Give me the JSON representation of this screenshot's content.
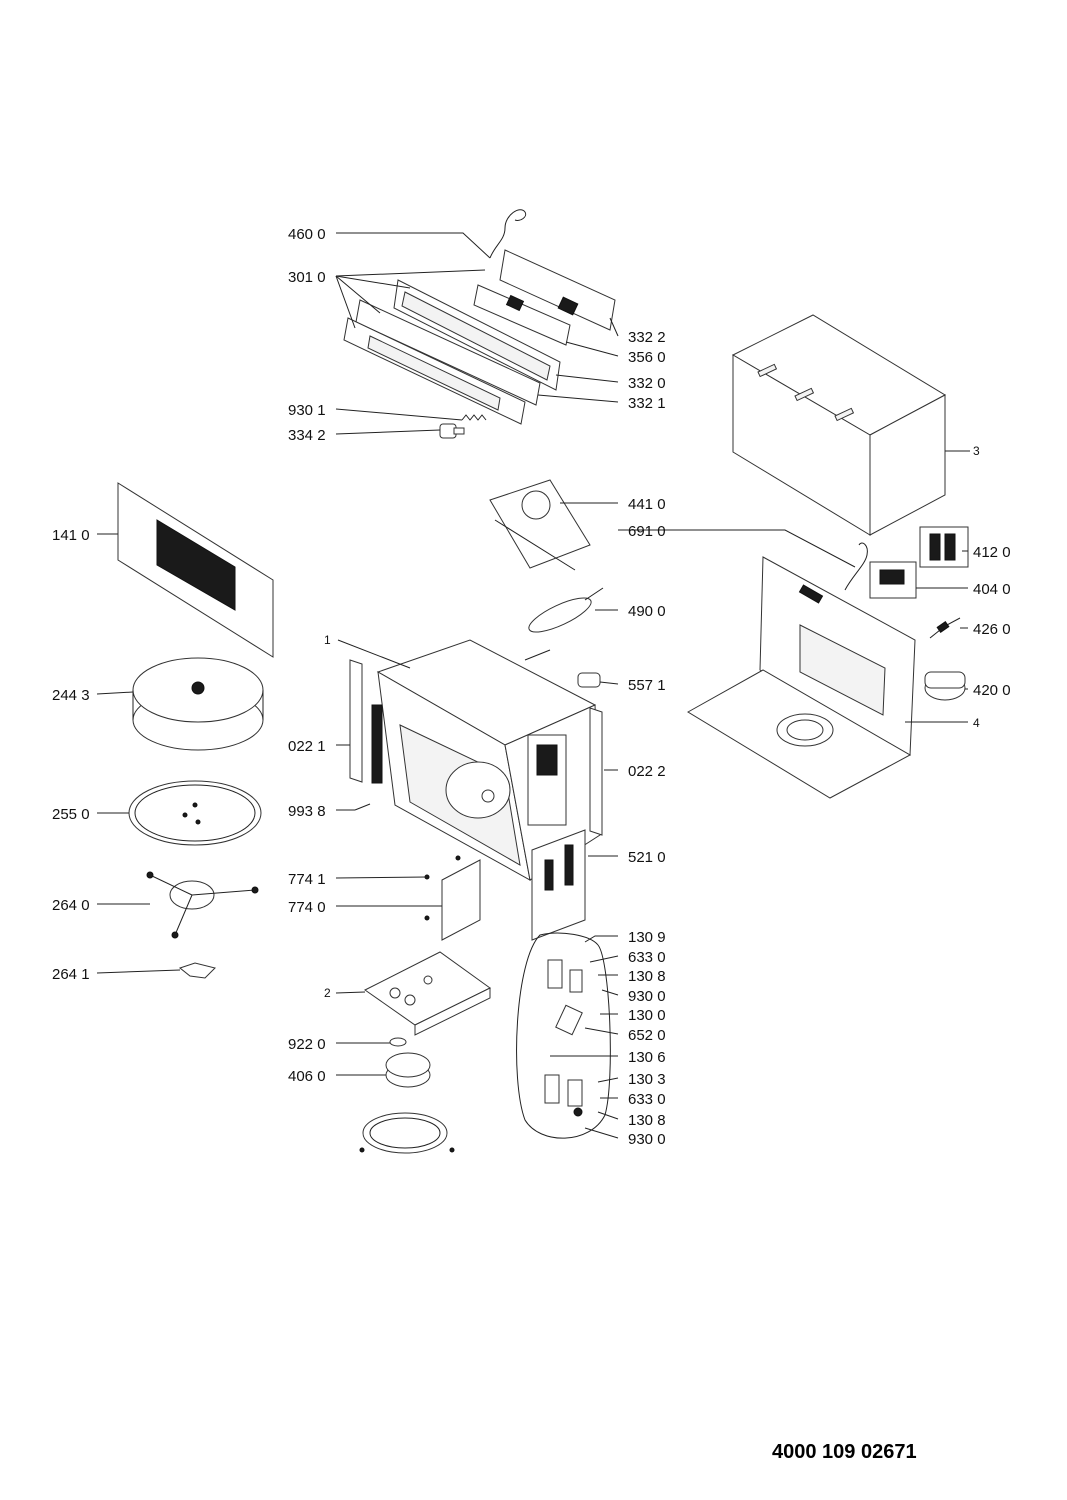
{
  "document_number": "4000 109 02671",
  "callouts": {
    "c4600": "460 0",
    "c3010": "301 0",
    "c3322": "332 2",
    "c3560": "356 0",
    "c3320": "332 0",
    "c3321": "332 1",
    "c9301": "930 1",
    "c3342": "334 2",
    "c3": "3",
    "c4410": "441 0",
    "c6910": "691 0",
    "c1410": "141 0",
    "c4120": "412 0",
    "c4040": "404 0",
    "c4900": "490 0",
    "c4260": "426 0",
    "c1": "1",
    "c5571": "557 1",
    "c4200": "420 0",
    "c2443": "244 3",
    "c4": "4",
    "c0221": "022 1",
    "c0222": "022 2",
    "c9938": "993 8",
    "c2550": "255 0",
    "c5210": "521 0",
    "c7741": "774 1",
    "c7740": "774 0",
    "c2640": "264 0",
    "c1309": "130 9",
    "c6330a": "633 0",
    "c1308a": "130 8",
    "c2641": "264 1",
    "c9300a": "930 0",
    "c2": "2",
    "c1300": "130 0",
    "c6520": "652 0",
    "c9220": "922 0",
    "c1306": "130 6",
    "c4060": "406 0",
    "c1303": "130 3",
    "c6330b": "633 0",
    "c1308b": "130 8",
    "c9300b": "930 0"
  }
}
